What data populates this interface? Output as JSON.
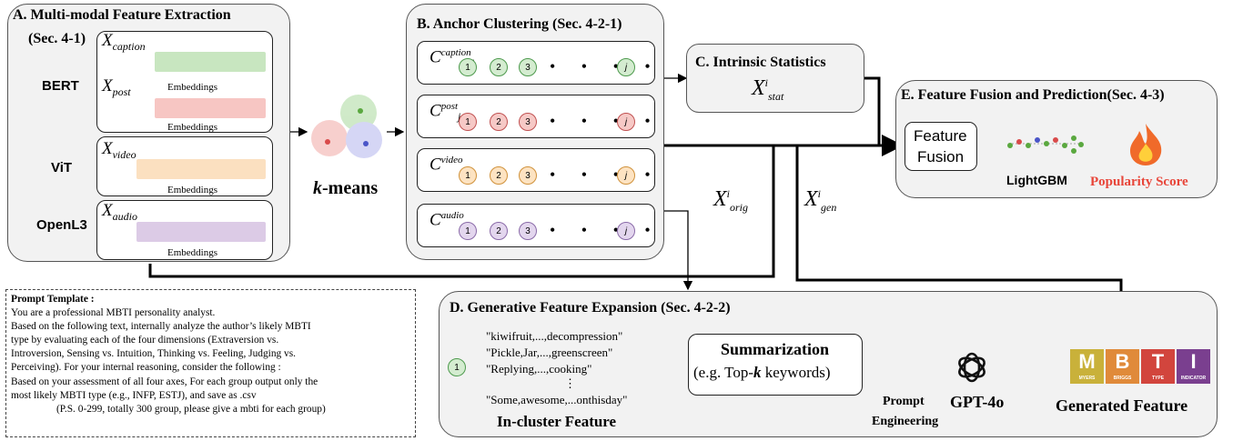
{
  "panel_a": {
    "title": "A. Multi-modal Feature Extraction",
    "subtitle": "(Sec. 4-1)",
    "models": [
      "BERT",
      "ViT",
      "OpenL3"
    ],
    "features": [
      {
        "base": "X",
        "sub": "caption",
        "emb": "Embeddings",
        "color": "#c8e6c0"
      },
      {
        "base": "X",
        "sub": "post",
        "emb": "Embeddings",
        "color": "#f7c6c3"
      },
      {
        "base": "X",
        "sub": "video",
        "emb": "Embeddings",
        "color": "#fbe0c0"
      },
      {
        "base": "X",
        "sub": "audio",
        "emb": "Embeddings",
        "color": "#dccbe6"
      }
    ]
  },
  "kmeans": {
    "k": "k",
    "label": "-means"
  },
  "panel_b": {
    "title": "B. Anchor Clustering (Sec. 4-2-1)",
    "clusters": [
      {
        "sup": "caption",
        "fill": "#d4ecd0",
        "stroke": "#4d9a4d"
      },
      {
        "sup": "post",
        "fill": "#f6c9c6",
        "stroke": "#c05050"
      },
      {
        "sup": "video",
        "fill": "#fde3c2",
        "stroke": "#d0913a"
      },
      {
        "sup": "audio",
        "fill": "#e3d6ee",
        "stroke": "#8a6aa8"
      }
    ],
    "base": "C",
    "sub": "j",
    "items": [
      "1",
      "2",
      "3",
      "j"
    ],
    "ellipsis": "• • • •"
  },
  "panel_c": {
    "title": "C. Intrinsic Statistics",
    "var": "X",
    "sup": "i",
    "sub": "stat"
  },
  "x_orig": {
    "var": "X",
    "sup": "i",
    "sub": "orig"
  },
  "x_gen": {
    "var": "X",
    "sup": "i",
    "sub": "gen"
  },
  "panel_e": {
    "title": "E. Feature Fusion and Prediction(Sec. 4-3)",
    "fusion_line1": "Feature",
    "fusion_line2": "Fusion",
    "model": "LightGBM",
    "score": "Popularity Score",
    "score_color": "#e8463a"
  },
  "panel_d": {
    "title": "D. Generative Feature Expansion (Sec. 4-2-2)",
    "cluster_id": "1",
    "keywords": [
      "\"kiwifruit,...,decompression\"",
      "\"Pickle,Jar,...,greenscreen\"",
      "\"Replying,...,cooking\"",
      "⋮",
      "\"Some,awesome,...onthisday\""
    ],
    "in_cluster": "In-cluster Feature",
    "summ_title": "Summarization",
    "summ_pre": "(e.g. Top-",
    "summ_k": "k",
    "summ_post": " keywords)",
    "prompt_eng_1": "Prompt",
    "prompt_eng_2": "Engineering",
    "gpt": "GPT-4o",
    "generated": "Generated Feature",
    "mbti_letters": [
      {
        "ch": "M",
        "sub": "MYERS",
        "color": "#c9b13a"
      },
      {
        "ch": "B",
        "sub": "BRIGGS",
        "color": "#e08a3a"
      },
      {
        "ch": "T",
        "sub": "TYPE",
        "color": "#d2453d"
      },
      {
        "ch": "I",
        "sub": "INDICATOR",
        "color": "#7a3f8f"
      }
    ]
  },
  "prompt_template": {
    "title": "Prompt Template :",
    "lines": [
      "You are a professional MBTI personality analyst.",
      "Based on the following text, internally analyze the author’s likely MBTI",
      "type by evaluating each of the four dimensions (Extraversion vs.",
      "Introversion, Sensing vs. Intuition, Thinking vs. Feeling, Judging vs.",
      "Perceiving). For your internal reasoning, consider the following :",
      "Based on your assessment of all four axes, For each group output only the",
      "most likely MBTI type (e.g., INFP, ESTJ), and save as .csv"
    ],
    "note": "(P.S. 0-299, totally 300 group, please give a mbti for each group)"
  },
  "colors": {
    "green_dot": "#5aa83f",
    "red_dot": "#d94a4a",
    "blue_dot": "#4a55c8",
    "flame": "#f06a2a"
  }
}
